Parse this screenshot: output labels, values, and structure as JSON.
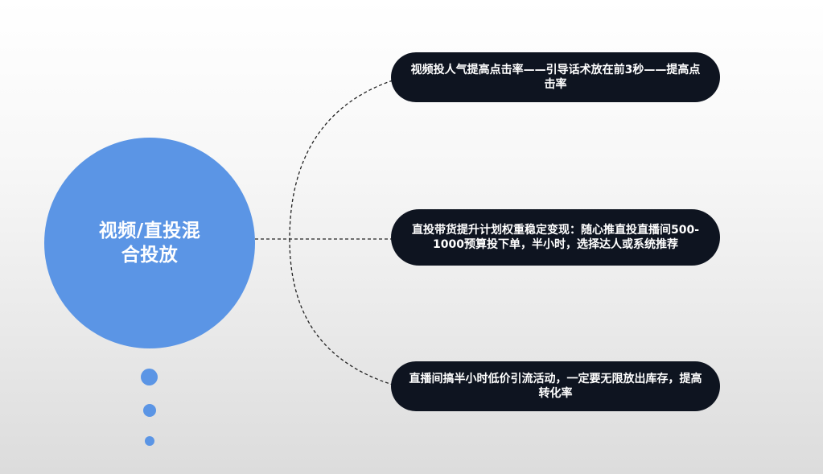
{
  "hub": {
    "title": "视频/直投混合投放"
  },
  "branches": [
    {
      "text": "视频投人气提高点击率——引导话术放在前3秒——提高点击率"
    },
    {
      "text": "直投带货提升计划权重稳定变现：随心推直投直播间500-1000预算投下单，半小时，选择达人或系统推荐"
    },
    {
      "text": "直播间搞半小时低价引流活动，一定要无限放出库存，提高转化率"
    }
  ],
  "colors": {
    "hub": "#5b95e5",
    "pill": "#0e1420",
    "connector": "#222222"
  }
}
